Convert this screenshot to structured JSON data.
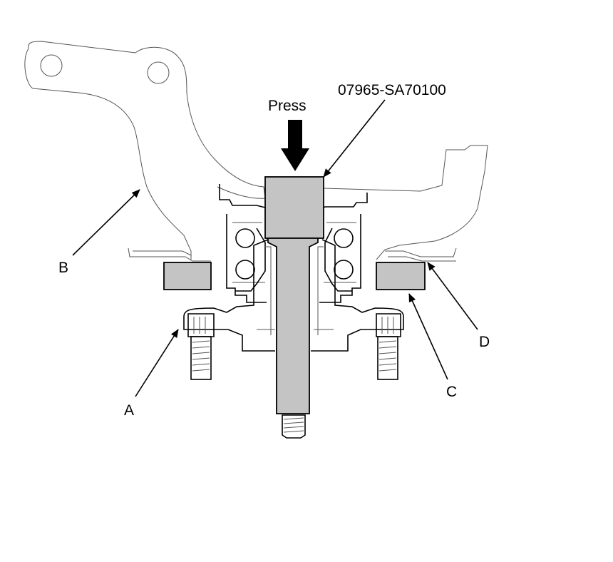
{
  "labels": {
    "press": "Press",
    "tool": "07965-SA70100",
    "a": "A",
    "b": "B",
    "c": "C",
    "d": "D"
  },
  "colors": {
    "tool_fill": "#c4c4c4",
    "outline": "#000000",
    "background": "#ffffff"
  }
}
